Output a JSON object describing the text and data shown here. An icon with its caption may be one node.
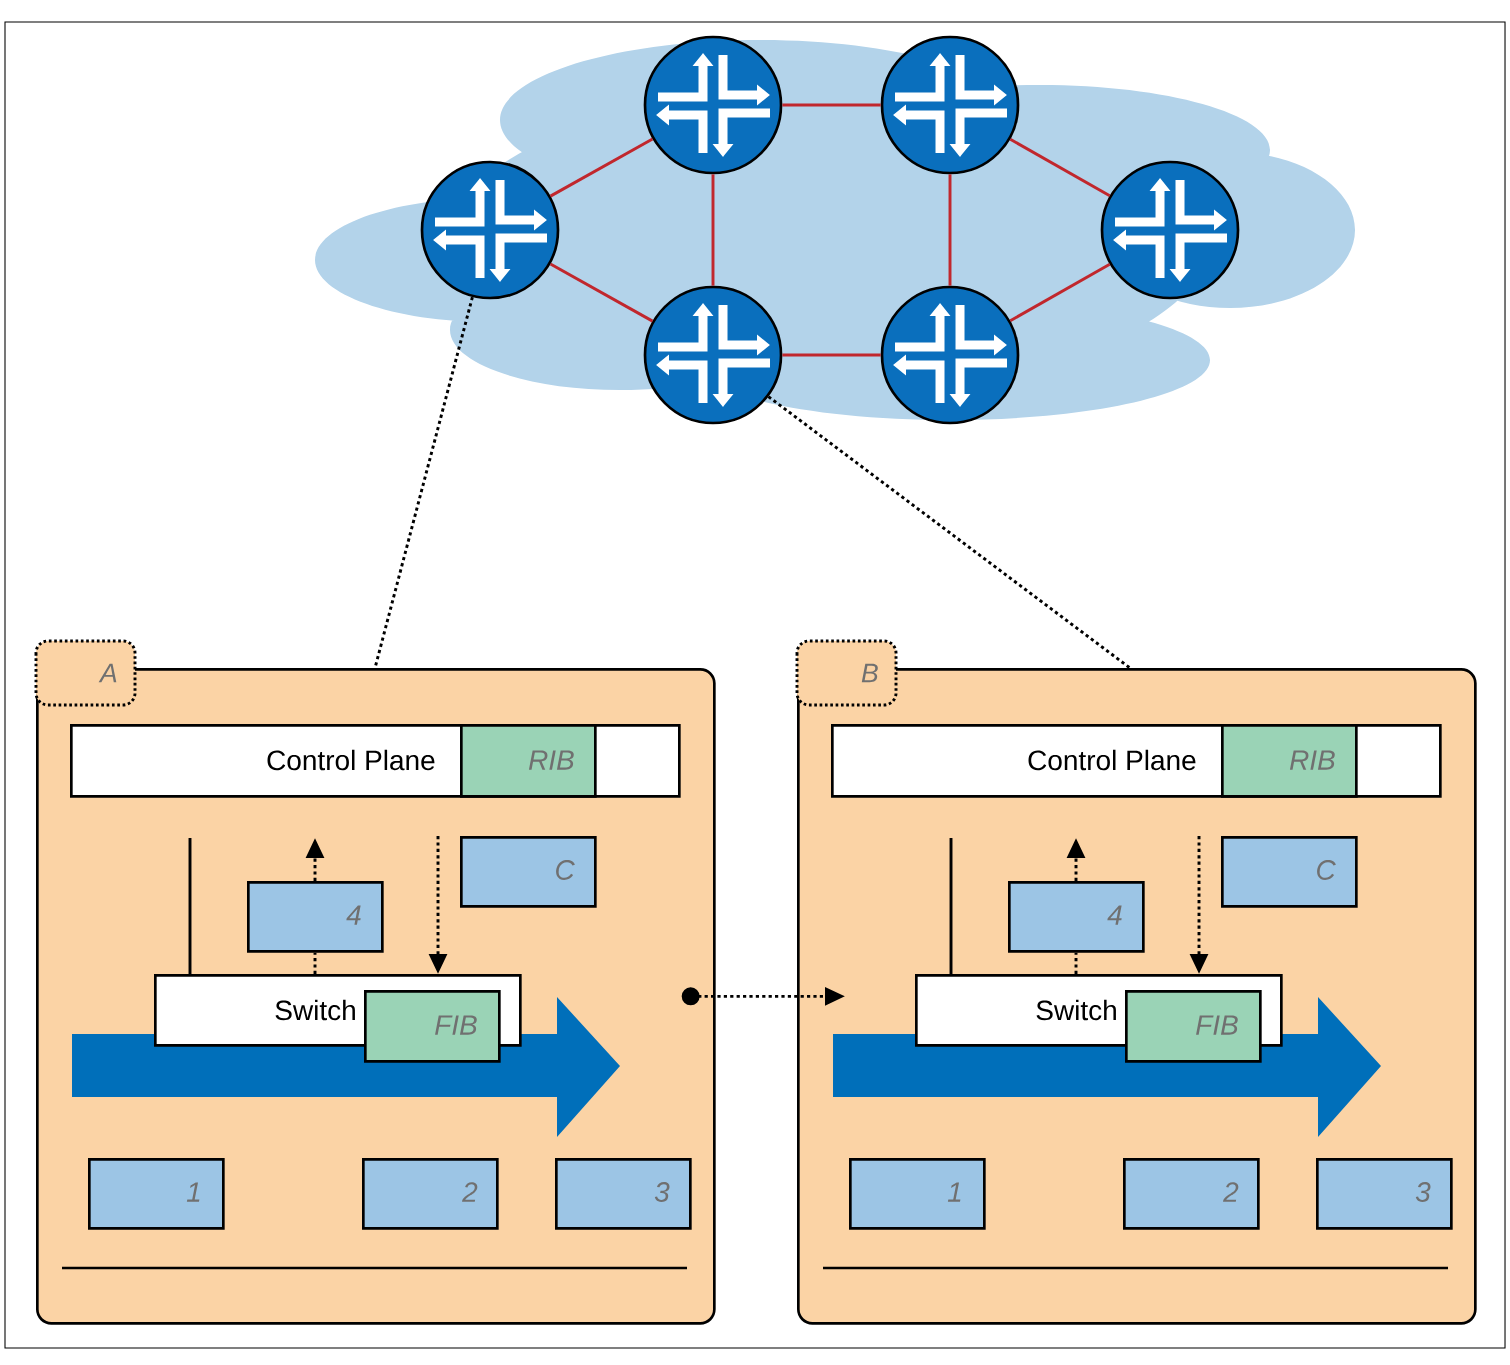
{
  "diagram": {
    "nodes": [
      {
        "text": [],
        "shape": "circle"
      },
      {
        "text": [],
        "shape": "circle"
      },
      {
        "text": [],
        "shape": "circle"
      },
      {
        "text": [],
        "shape": "circle"
      },
      {
        "text": [],
        "shape": "circle"
      },
      {
        "text": [],
        "shape": "circle"
      },
      {
        "text": [
          "A"
        ]
      },
      {
        "text": [
          "Control Plane"
        ],
        "in": 6
      },
      {
        "text": [
          "RIB"
        ],
        "in": 7
      },
      {
        "text": [
          "C"
        ],
        "in": 6
      },
      {
        "text": [
          "4"
        ],
        "in": 6
      },
      {
        "text": [],
        "shape": "arrow",
        "in": 6
      },
      {
        "text": [
          "Switch"
        ],
        "in": 6
      },
      {
        "text": [
          "FIB"
        ],
        "in": 6
      },
      {
        "text": [
          "1"
        ],
        "in": 6
      },
      {
        "text": [
          "2"
        ],
        "in": 6
      },
      {
        "text": [
          "3"
        ],
        "in": 6
      },
      {
        "text": [
          "B"
        ]
      },
      {
        "text": [
          "Control Plane"
        ],
        "in": 17
      },
      {
        "text": [
          "RIB"
        ],
        "in": 18
      },
      {
        "text": [
          "C"
        ],
        "in": 17
      },
      {
        "text": [
          "4"
        ],
        "in": 17
      },
      {
        "text": [],
        "shape": "arrow",
        "in": 17
      },
      {
        "text": [
          "Switch"
        ],
        "in": 17
      },
      {
        "text": [
          "FIB"
        ],
        "in": 17
      },
      {
        "text": [
          "1"
        ],
        "in": 17
      },
      {
        "text": [
          "2"
        ],
        "in": 17
      },
      {
        "text": [
          "3"
        ],
        "in": 17
      }
    ],
    "edges": [
      {
        "from": 0,
        "to": 1,
        "arrow": "none",
        "color": "#c1272d"
      },
      {
        "from": 0,
        "to": 2,
        "arrow": "none",
        "color": "#c1272d"
      },
      {
        "from": 1,
        "to": 2,
        "arrow": "none",
        "color": "#c1272d"
      },
      {
        "from": 1,
        "to": 3,
        "arrow": "none",
        "color": "#c1272d"
      },
      {
        "from": 2,
        "to": 4,
        "arrow": "none",
        "color": "#c1272d"
      },
      {
        "from": 3,
        "to": 4,
        "arrow": "none",
        "color": "#c1272d"
      },
      {
        "from": 3,
        "to": 5,
        "arrow": "none",
        "color": "#c1272d"
      },
      {
        "from": 4,
        "to": 5,
        "arrow": "none",
        "color": "#c1272d"
      },
      {
        "from": 0,
        "to": 6,
        "arrow": "none",
        "style": "dashed"
      },
      {
        "from": 2,
        "to": 17,
        "arrow": "none",
        "style": "dashed"
      },
      {
        "from": 6,
        "to": 17,
        "arrow": "to",
        "style": "dashed"
      },
      {
        "from": 12,
        "to": 10,
        "arrow": "none",
        "style": "dashed"
      },
      {
        "from": 10,
        "to": null,
        "arrow": "to",
        "style": "dashed"
      },
      {
        "from": null,
        "to": 12,
        "arrow": "to",
        "style": "dashed"
      },
      {
        "from": 12,
        "to": null,
        "arrow": "none"
      },
      {
        "from": 23,
        "to": 21,
        "arrow": "none",
        "style": "dashed"
      },
      {
        "from": 21,
        "to": null,
        "arrow": "to",
        "style": "dashed"
      },
      {
        "from": null,
        "to": 23,
        "arrow": "to",
        "style": "dashed"
      },
      {
        "from": 23,
        "to": null,
        "arrow": "none"
      }
    ]
  }
}
